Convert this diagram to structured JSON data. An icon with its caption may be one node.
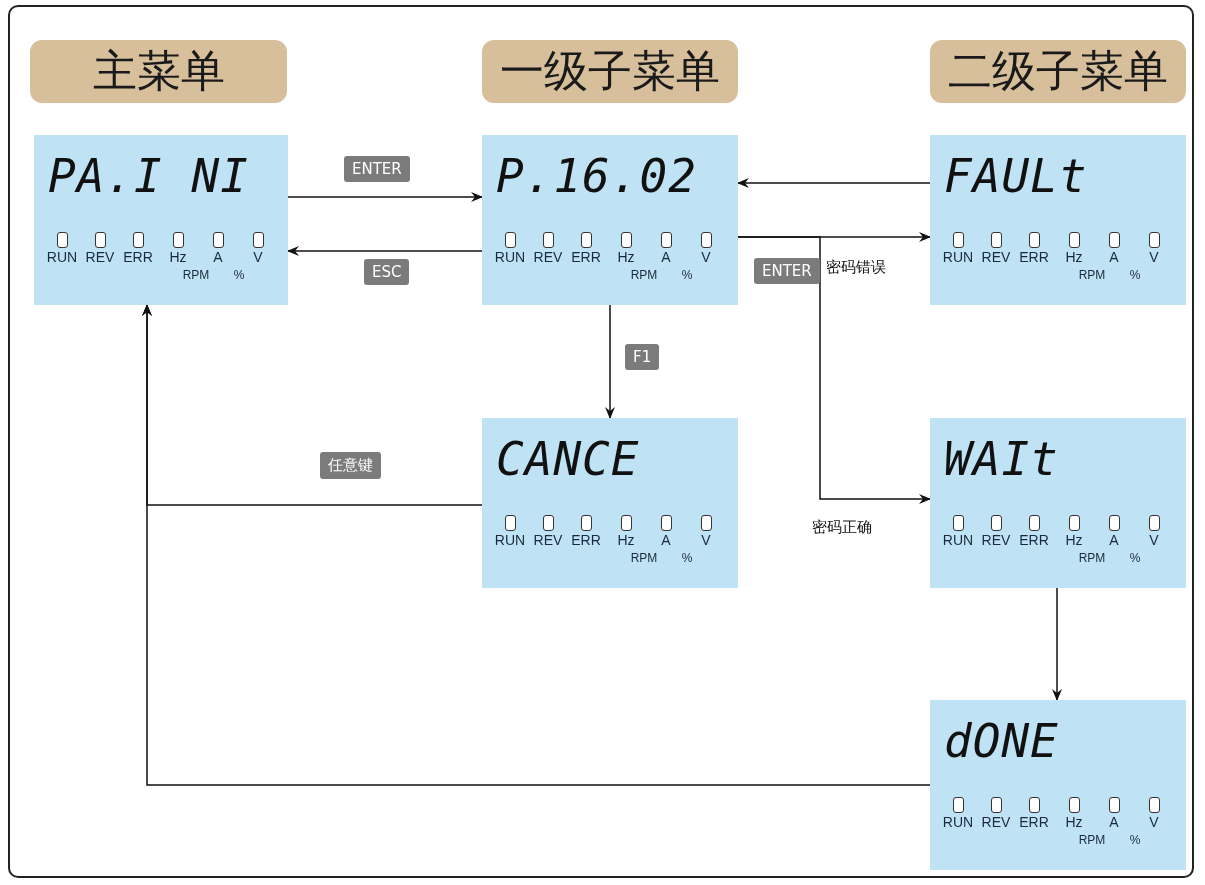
{
  "diagram": {
    "nodes": [
      {
        "text": [
          "主菜单"
        ]
      },
      {
        "text": [
          "一级子菜单"
        ]
      },
      {
        "text": [
          "二级子菜单"
        ]
      },
      {
        "text": [
          "PA.I NI",
          "RUN",
          "REV",
          "ERR",
          "Hz",
          "A",
          "V",
          "RPM",
          "%"
        ]
      },
      {
        "text": [
          "P.16.02",
          "RUN",
          "REV",
          "ERR",
          "Hz",
          "A",
          "V",
          "RPM",
          "%"
        ]
      },
      {
        "text": [
          "FAULt",
          "RUN",
          "REV",
          "ERR",
          "Hz",
          "A",
          "V",
          "RPM",
          "%"
        ]
      },
      {
        "text": [
          "CANCE",
          "RUN",
          "REV",
          "ERR",
          "Hz",
          "A",
          "V",
          "RPM",
          "%"
        ]
      },
      {
        "text": [
          "WAIt",
          "RUN",
          "REV",
          "ERR",
          "Hz",
          "A",
          "V",
          "RPM",
          "%"
        ]
      },
      {
        "text": [
          "dONE",
          "RUN",
          "REV",
          "ERR",
          "Hz",
          "A",
          "V",
          "RPM",
          "%"
        ]
      }
    ],
    "edges": [
      {
        "from": 3,
        "to": 4,
        "arrow": "to",
        "label": "ENTER"
      },
      {
        "from": 4,
        "to": 3,
        "arrow": "to",
        "label": "ESC"
      },
      {
        "from": 5,
        "to": 4,
        "arrow": "to"
      },
      {
        "from": 4,
        "to": 5,
        "arrow": "to",
        "label": "密码错误"
      },
      {
        "from": 4,
        "to": 7,
        "arrow": "to",
        "label": "密码正确"
      },
      {
        "from": 4,
        "to": 6,
        "arrow": "to",
        "label": "F1"
      },
      {
        "from": 6,
        "to": 3,
        "arrow": "to",
        "label": "任意键"
      },
      {
        "from": 7,
        "to": 8,
        "arrow": "to"
      },
      {
        "from": 8,
        "to": 3,
        "arrow": "to"
      }
    ],
    "labels": [
      "ENTER"
    ]
  }
}
